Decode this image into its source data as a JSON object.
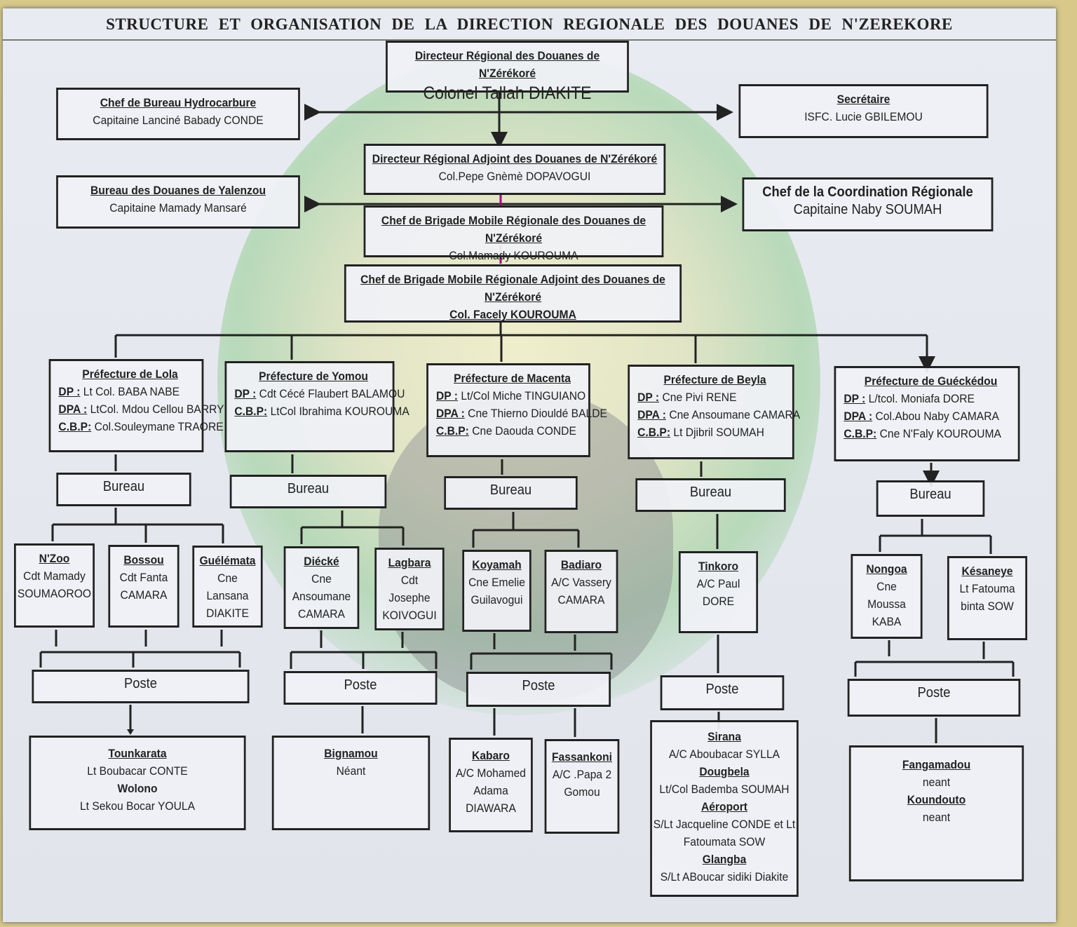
{
  "title": "STRUCTURE ET ORGANISATION DE LA DIRECTION REGIONALE DES DOUANES DE N'ZEREKORE",
  "director": {
    "title": "Directeur Régional des Douanes de N'Zérékoré",
    "name": "Colonel Tallah DIAKITE"
  },
  "hydro": {
    "title": "Chef de Bureau Hydrocarbure",
    "name": "Capitaine Lanciné Babady CONDE"
  },
  "secretary": {
    "title": "Secrétaire",
    "name": "ISFC. Lucie GBILEMOU"
  },
  "adjoint": {
    "title": "Directeur Régional Adjoint des Douanes de N'Zérékoré",
    "name": "Col.Pepe Gnèmè DOPAVOGUI"
  },
  "yalenzou": {
    "title": "Bureau des Douanes de Yalenzou",
    "name": "Capitaine Mamady Mansaré"
  },
  "coordination": {
    "title": "Chef de la Coordination Régionale",
    "name": "Capitaine Naby SOUMAH"
  },
  "brigade": {
    "title": "Chef de Brigade Mobile Régionale des Douanes de N'Zérékoré",
    "name": "Col.Mamady KOUROUMA"
  },
  "brigade_adjoint": {
    "title": "Chef de Brigade Mobile Régionale Adjoint des Douanes de N'Zérékoré",
    "name": "Col. Facely KOUROUMA"
  },
  "labels": {
    "bureau": "Bureau",
    "poste": "Poste"
  },
  "prefectures": [
    {
      "title": "Préfecture de Lola",
      "roles": [
        {
          "k": "DP :",
          "v": "Lt Col. BABA NABE"
        },
        {
          "k": "DPA :",
          "v": "LtCol. Mdou Cellou BARRY"
        },
        {
          "k": "C.B.P:",
          "v": "Col.Souleymane TRAORE"
        }
      ]
    },
    {
      "title": "Préfecture de Yomou",
      "roles": [
        {
          "k": "DP :",
          "v": "Cdt Cécé Flaubert BALAMOU"
        },
        {
          "k": "C.B.P:",
          "v": "LtCol Ibrahima KOUROUMA"
        }
      ]
    },
    {
      "title": "Préfecture de Macenta",
      "roles": [
        {
          "k": "DP :",
          "v": "Lt/Col Miche TINGUIANO"
        },
        {
          "k": "DPA :",
          "v": "Cne Thierno Diouldé BALDE"
        },
        {
          "k": "C.B.P:",
          "v": "Cne Daouda CONDE"
        }
      ]
    },
    {
      "title": "Préfecture de Beyla",
      "roles": [
        {
          "k": "DP :",
          "v": "Cne Pivi RENE"
        },
        {
          "k": "DPA :",
          "v": "Cne Ansoumane CAMARA"
        },
        {
          "k": "C.B.P:",
          "v": "Lt Djibril SOUMAH"
        }
      ]
    },
    {
      "title": "Préfecture de Guéckédou",
      "roles": [
        {
          "k": "DP :",
          "v": "L/tcol. Moniafa DORE"
        },
        {
          "k": "DPA :",
          "v": "Col.Abou Naby CAMARA"
        },
        {
          "k": "C.B.P:",
          "v": "Cne N'Faly KOUROUMA"
        }
      ]
    }
  ],
  "bureaux": [
    {
      "name": "N'Zoo",
      "l1": "Cdt Mamady",
      "l2": "SOUMAOROO"
    },
    {
      "name": "Bossou",
      "l1": "Cdt Fanta",
      "l2": "CAMARA"
    },
    {
      "name": "Guélémata",
      "l1": "Cne",
      "l2": "Lansana",
      "l3": "DIAKITE"
    },
    {
      "name": "Diécké",
      "l1": "Cne",
      "l2": "Ansoumane",
      "l3": "CAMARA"
    },
    {
      "name": "Lagbara",
      "l1": "Cdt",
      "l2": "Josephe",
      "l3": "KOIVOGUI"
    },
    {
      "name": "Koyamah",
      "l1": "Cne Emelie",
      "l2": "Guilavogui"
    },
    {
      "name": "Badiaro",
      "l1": "A/C Vassery",
      "l2": "CAMARA"
    },
    {
      "name": "Tinkoro",
      "l1": "A/C Paul",
      "l2": "DORE"
    },
    {
      "name": "Nongoa",
      "l1": "Cne",
      "l2": "Moussa",
      "l3": "KABA"
    },
    {
      "name": "Késaneye",
      "l1": "Lt Fatouma",
      "l2": "binta SOW"
    }
  ],
  "postes": {
    "lola": [
      {
        "name": "Tounkarata",
        "p": "Lt Boubacar CONTE"
      },
      {
        "name": "Wolono",
        "p": "Lt Sekou Bocar YOULA"
      }
    ],
    "yomou": [
      {
        "name": "Bignamou",
        "p": "Néant"
      }
    ],
    "kabaro": {
      "name": "Kabaro",
      "l1": "A/C Mohamed",
      "l2": "Adama",
      "l3": "DIAWARA"
    },
    "fassankoni": {
      "name": "Fassankoni",
      "l1": "A/C .Papa 2",
      "l2": "Gomou"
    },
    "beyla": [
      {
        "name": "Sirana",
        "p": "A/C Aboubacar SYLLA"
      },
      {
        "name": "Dougbela",
        "p": "Lt/Col Bademba SOUMAH"
      },
      {
        "name": "Aéroport",
        "p": "S/Lt Jacqueline CONDE et Lt",
        "p2": "Fatoumata SOW"
      },
      {
        "name": "Glangba",
        "p": "S/Lt ABoucar sidiki Diakite"
      }
    ],
    "gueckedou": [
      {
        "name": "Fangamadou",
        "p": "neant"
      },
      {
        "name": "Koundouto",
        "p": "neant"
      }
    ]
  }
}
